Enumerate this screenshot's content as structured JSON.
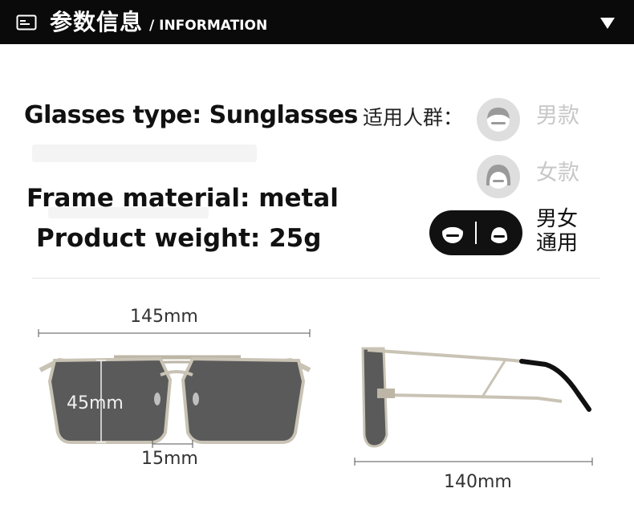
{
  "header": {
    "title": "参数信息",
    "subtitle": "/ INFORMATION",
    "icon": "card-icon",
    "expand_icon": "triangle-down-icon"
  },
  "specs": {
    "glasses_type": "Glasses type: Sunglasses",
    "frame_material": "Frame material: metal",
    "product_weight": "Product weight: 25g"
  },
  "audience": {
    "label": "适用人群：",
    "options": [
      {
        "label": "男款",
        "icon": "male-face-icon",
        "selected": false
      },
      {
        "label": "女款",
        "icon": "female-face-icon",
        "selected": false
      },
      {
        "label_line1": "男女",
        "label_line2": "通用",
        "icon": "unisex-faces-icon",
        "selected": true
      }
    ]
  },
  "dimensions": {
    "total_width": "145mm",
    "lens_height": "45mm",
    "bridge_width": "15mm",
    "temple_length": "140mm"
  },
  "colors": {
    "header_bg": "#0a0a0a",
    "lens": "#5a5a5a",
    "frame": "#c9c3b5",
    "selected_pill": "#111111",
    "unselected_circle": "#dedede"
  }
}
